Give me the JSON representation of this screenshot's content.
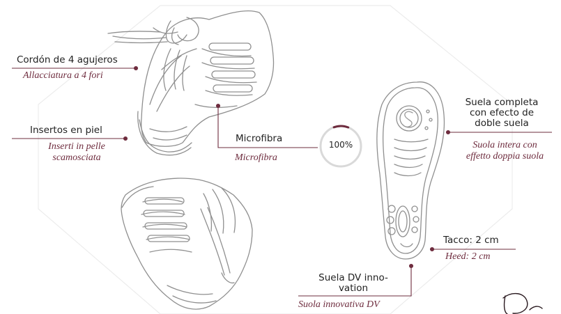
{
  "colors": {
    "accent": "#6e2c3e",
    "sketch": "#8a8a8a",
    "line": "#6e2c3e"
  },
  "labels": {
    "lacing": {
      "es": "Cordón de 4 agujeros",
      "it": "Allacciatura a 4 fori"
    },
    "leather": {
      "es": "Insertos en piel",
      "it_line1": "Inserti in pelle",
      "it_line2": "scamosciata"
    },
    "microfiber": {
      "es": "Microfibra",
      "it": "Microfibra"
    },
    "sole": {
      "es_line1": "Suela completa",
      "es_line2": "con efecto de",
      "es_line3": "doble suela",
      "it_line1": "Suola intera con",
      "it_line2": "effetto doppia suola"
    },
    "heel": {
      "es": "Tacco: 2 cm",
      "it": "Heed: 2 cm"
    },
    "dv": {
      "es_line1": "Suela DV inno-",
      "es_line2": "vation",
      "it": "Suola innovativa DV"
    }
  },
  "badge": {
    "text": "100%",
    "fraction": 0.06
  },
  "icons": {
    "signature": "signature-logo"
  }
}
